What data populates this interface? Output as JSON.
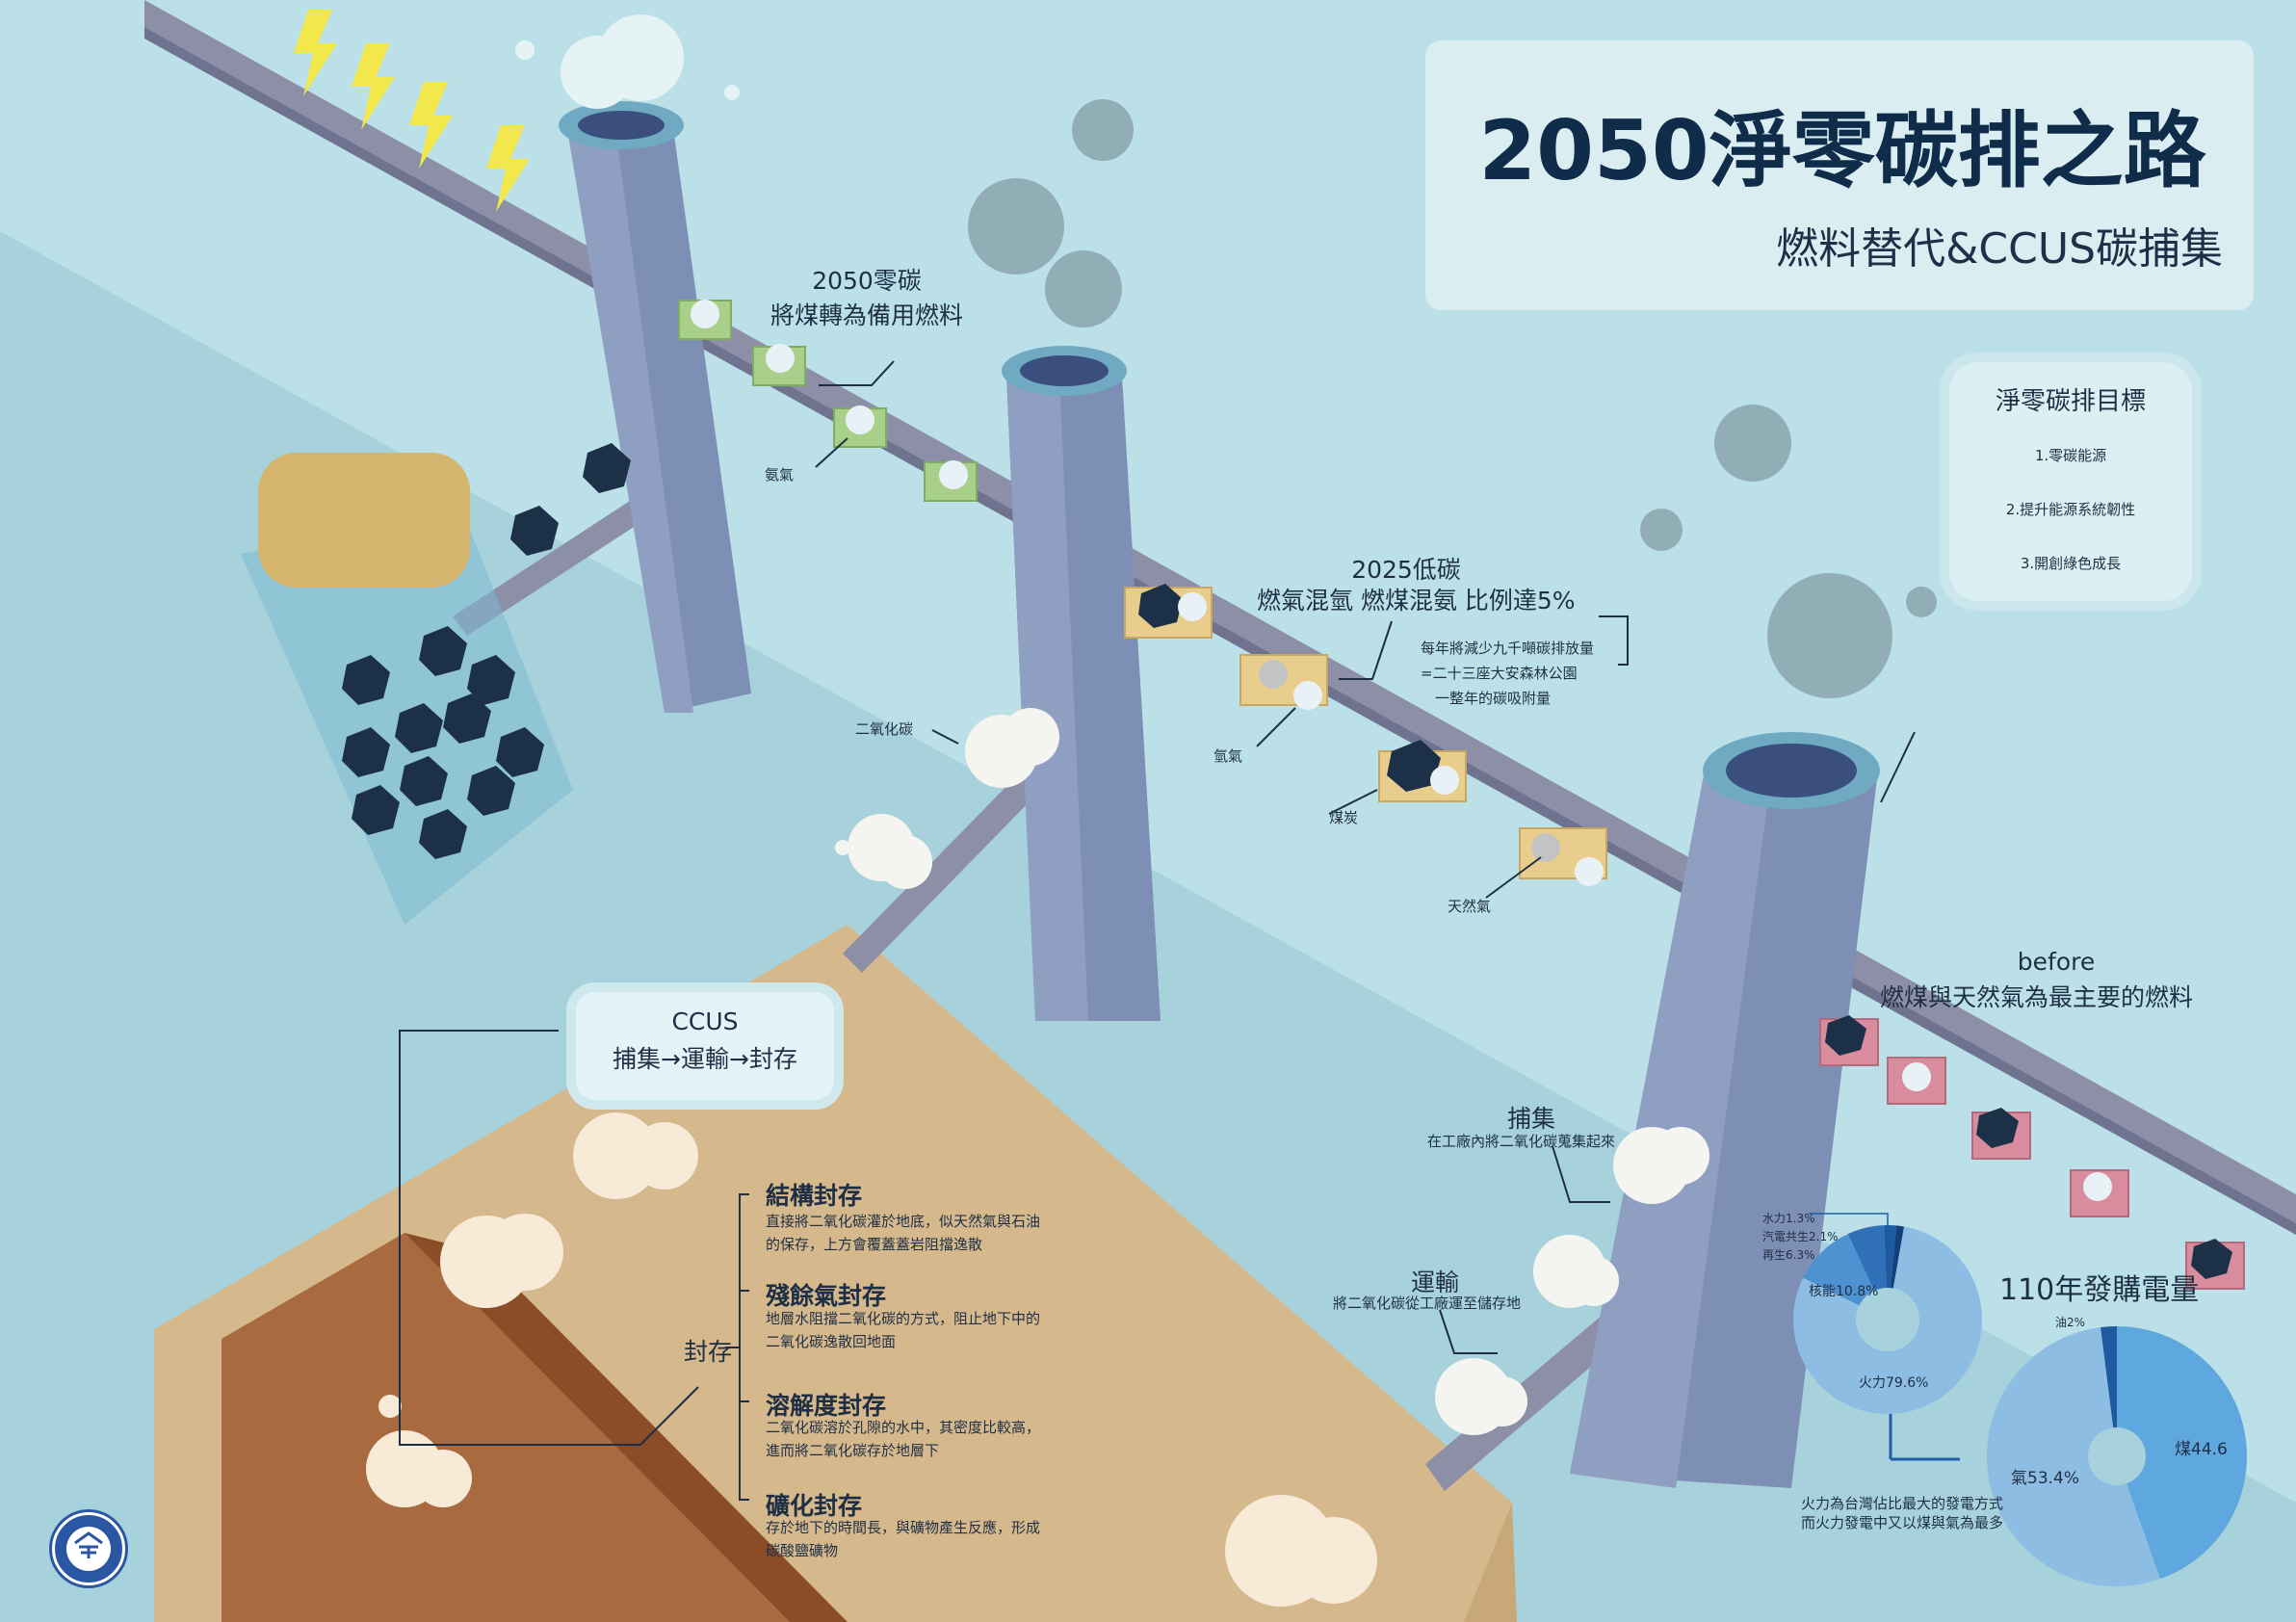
{
  "header": {
    "title": "2050淨零碳排之路",
    "subtitle": "燃料替代&CCUS碳捕集"
  },
  "goals": {
    "title": "淨零碳排目標",
    "items": [
      "1.零碳能源",
      "2.提升能源系統韌性",
      "3.開創綠色成長"
    ]
  },
  "stage_2050": {
    "line1": "2050零碳",
    "line2": "將煤轉為備用燃料",
    "fuel_label": "氨氣"
  },
  "stage_2025": {
    "line1": "2025低碳",
    "line2": "燃氣混氫  燃煤混氨  比例達5%",
    "note1": "每年將減少九千噸碳排放量",
    "note2": "=二十三座大安森林公園",
    "note3": "一整年的碳吸附量",
    "labels": [
      "氫氣",
      "煤炭",
      "天然氣"
    ]
  },
  "co2_label": "二氧化碳",
  "stage_before": {
    "line1": "before",
    "line2": "燃煤與天然氣為最主要的燃料"
  },
  "capture": {
    "title": "捕集",
    "desc": "在工廠內將二氧化碳蒐集起來"
  },
  "transport": {
    "title": "運輸",
    "desc": "將二氧化碳從工廠運至儲存地"
  },
  "ccus": {
    "line1": "CCUS",
    "line2": "捕集→運輸→封存"
  },
  "storage": {
    "label": "封存",
    "items": [
      {
        "title": "結構封存",
        "line1": "直接將二氧化碳灌於地底，似天然氣與石油",
        "line2": "的保存，上方會覆蓋蓋岩阻擋逸散"
      },
      {
        "title": "殘餘氣封存",
        "line1": "地層水阻擋二氧化碳的方式，阻止地下中的",
        "line2": "二氧化碳逸散回地面"
      },
      {
        "title": "溶解度封存",
        "line1": "二氧化碳溶於孔隙的水中，其密度比較高，",
        "line2": "進而將二氧化碳存於地層下"
      },
      {
        "title": "礦化封存",
        "line1": "存於地下的時間長，與礦物產生反應，形成",
        "line2": "碳酸鹽礦物"
      }
    ]
  },
  "power": {
    "title": "110年發購電量",
    "footnote1": "火力為台灣佔比最大的發電方式",
    "footnote2": "而火力發電中又以煤與氣為最多"
  },
  "chart_data": [
    {
      "type": "pie",
      "title": "",
      "slices": [
        {
          "label": "火力79.6%",
          "value": 79.6
        },
        {
          "label": "核能10.8%",
          "value": 10.8
        },
        {
          "label": "再生6.3%",
          "value": 6.3
        },
        {
          "label": "汽電共生2.1%",
          "value": 2.1
        },
        {
          "label": "水力1.3%",
          "value": 1.3
        }
      ]
    },
    {
      "type": "pie",
      "title": "110年發購電量",
      "slices": [
        {
          "label": "煤44.6",
          "value": 44.6
        },
        {
          "label": "氣53.4%",
          "value": 53.4
        },
        {
          "label": "油2%",
          "value": 2.0
        }
      ]
    }
  ],
  "colors": {
    "background": "#b5dde5",
    "chimney": "#7d8fb4",
    "conveyor": "#8c8fa6",
    "ground": "#d5b88c",
    "trench": "#a96a3e",
    "coal": "#1c3148",
    "green_box": "#a8d08a",
    "yellow_box": "#e8cd8c",
    "pink_box": "#d98c9e",
    "pie_main": "#8dbde3",
    "pie_dark": "#3a7cc3",
    "title_text": "#0f2d4a"
  }
}
